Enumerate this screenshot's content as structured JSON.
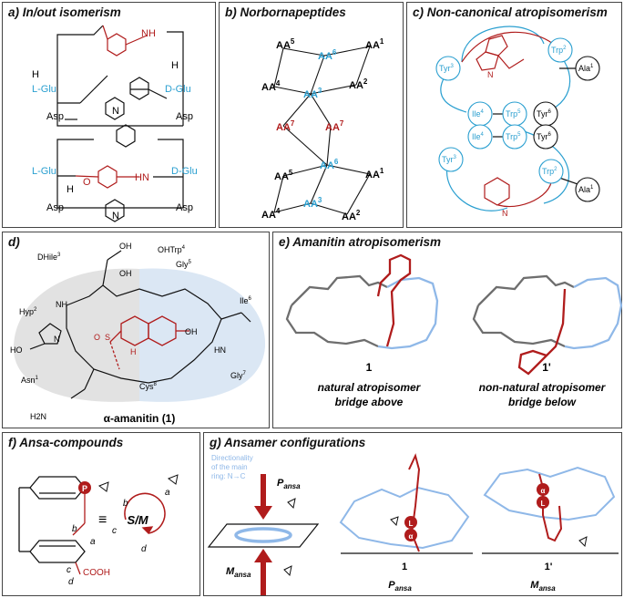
{
  "panels": {
    "a": {
      "title": "a) In/out isomerism",
      "labels": {
        "h": "H",
        "lglu": "L-Glu",
        "dglu": "D-Glu",
        "asp": "Asp",
        "o": "O",
        "n": "N",
        "hn": "HN",
        "nh": "NH",
        "hn2": "HN",
        "o2": "O"
      }
    },
    "b": {
      "title": "b) Norbornapeptides",
      "nodes": {
        "aa1": "AA",
        "aa2": "AA",
        "aa3": "AA",
        "aa4": "AA",
        "aa5": "AA",
        "aa6": "AA",
        "aa7": "AA",
        "s1": "1",
        "s2": "2",
        "s3": "3",
        "s4": "4",
        "s5": "5",
        "s6": "6",
        "s7": "7"
      }
    },
    "c": {
      "title": "c) Non-canonical atropisomerism",
      "nodes": {
        "trp2": "Trp",
        "trp2s": "2",
        "ala1": "Ala",
        "ala1s": "1",
        "tyr3": "Tyr",
        "tyr3s": "3",
        "ile4": "Ile",
        "ile4s": "4",
        "trp5": "Trp",
        "trp5s": "5",
        "tyr6": "Tyr",
        "tyr6s": "6",
        "n": "N"
      }
    },
    "d": {
      "title": "d)",
      "labels": {
        "oh": "OH",
        "dhile": "DHile",
        "dhile_s": "3",
        "ohtrp": "OHTrp",
        "ohtrp_s": "4",
        "gly5": "Gly",
        "gly5_s": "5",
        "ile6": "Ile",
        "ile6_s": "6",
        "hyp": "Hyp",
        "hyp_s": "2",
        "ho": "HO",
        "asn": "Asn",
        "asn_s": "1",
        "cys": "Cys",
        "cys_s": "8",
        "gly7": "Gly",
        "gly7_s": "7",
        "h2n": "H2N",
        "name": "α-amanitin (1)",
        "n": "N",
        "s": "S",
        "o": "O",
        "h": "H",
        "nh": "NH",
        "hn": "HN"
      }
    },
    "e": {
      "title": "e) Amanitin atropisomerism",
      "left": {
        "num": "1",
        "line1": "natural atropisomer",
        "line2": "bridge above"
      },
      "right": {
        "num": "1'",
        "line1": "non-natural atropisomer",
        "line2": "bridge below"
      }
    },
    "f": {
      "title": "f) Ansa-compounds",
      "labels": {
        "p": "P",
        "a": "a",
        "b": "b",
        "c": "c",
        "d": "d",
        "cooh": "COOH",
        "sm": "S/M",
        "equiv": "≡",
        "a2": "a",
        "b2": "b",
        "c2": "c",
        "d2": "d"
      }
    },
    "g": {
      "title": "g) Ansamer configurations",
      "dir_line1": "Directionality",
      "dir_line2": "of the main",
      "dir_line3": "ring: N→C",
      "pansa": "P",
      "pansa_sub": "ansa",
      "mansa": "M",
      "mansa_sub": "ansa",
      "left_num": "1",
      "right_num": "1'",
      "left_label": "P",
      "left_label_sub": "ansa",
      "right_label": "M",
      "right_label_sub": "ansa",
      "alpha": "α",
      "l": "L"
    }
  },
  "colors": {
    "blue": "#2a9fd0",
    "lightblue": "#8fb8e8",
    "red": "#b01c1c",
    "gray": "#6e6e6e",
    "shade_gray": "#e2e2e2",
    "shade_blue": "#dbe7f4"
  }
}
